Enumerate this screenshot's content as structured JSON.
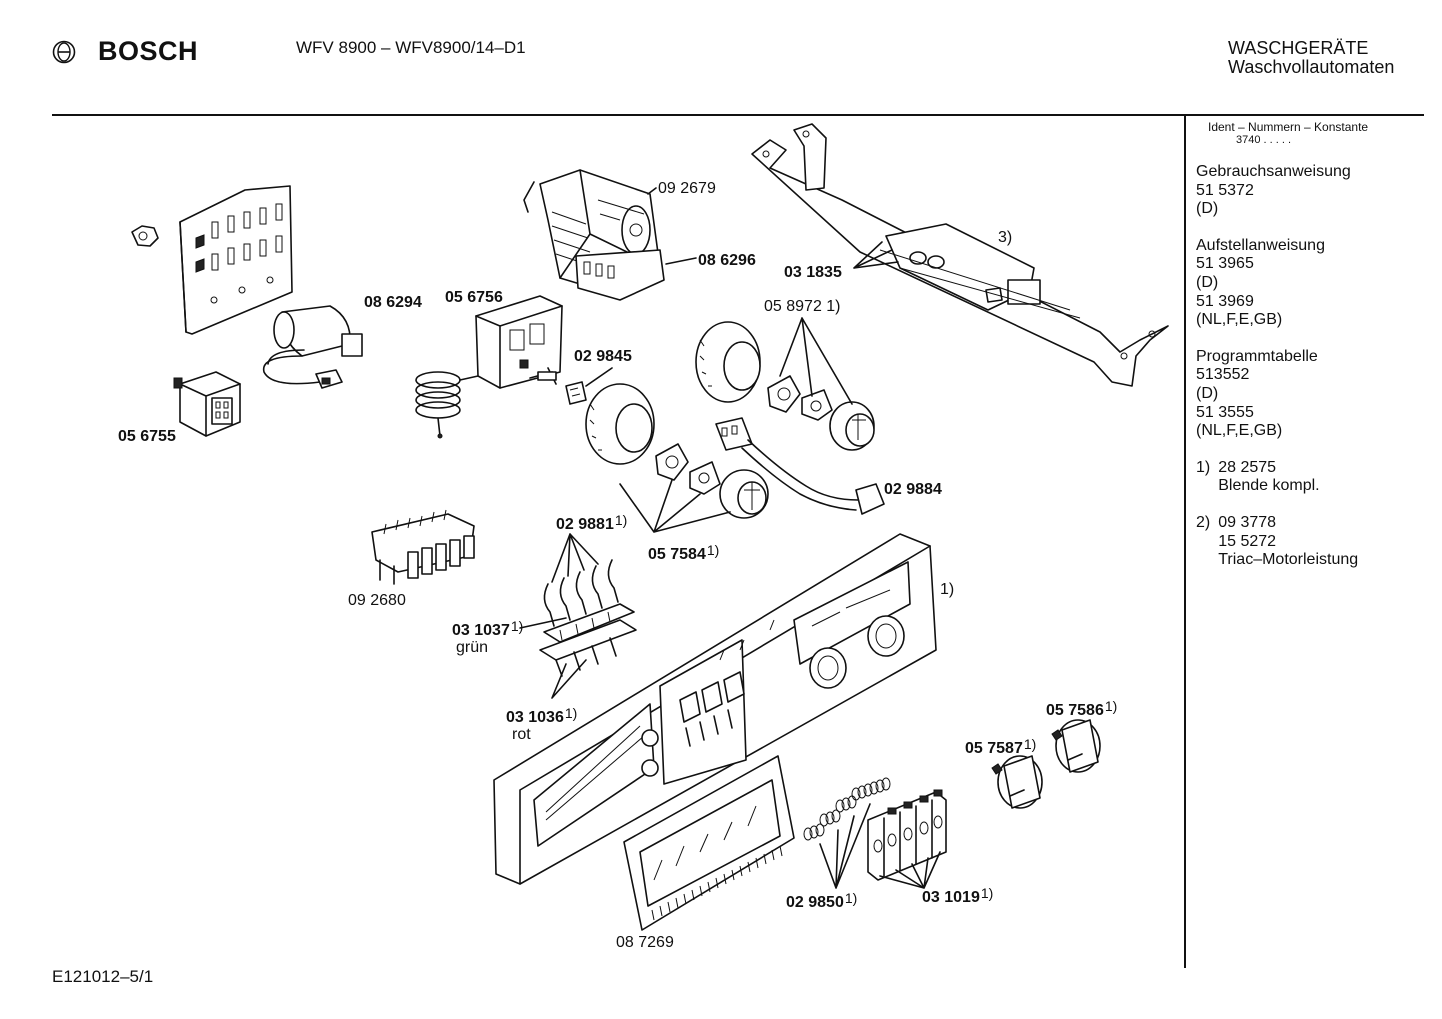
{
  "header": {
    "brand": "BOSCH",
    "model": "WFV 8900 – WFV8900/14–D1",
    "category_line1": "WASCHGERÄTE",
    "category_line2": "Waschvollautomaten"
  },
  "sidebar": {
    "ident_title": "Ident – Nummern – Konstante",
    "ident_value": "3740 . . . . .",
    "sections": [
      {
        "title": "Gebrauchsanweisung",
        "lines": [
          "51 5372",
          "(D)"
        ]
      },
      {
        "title": "Aufstellanweisung",
        "lines": [
          "51 3965",
          "(D)",
          "51 3969",
          "(NL,F,E,GB)"
        ]
      },
      {
        "title": "Programmtabelle",
        "lines": [
          "513552",
          "(D)",
          "51 3555",
          "(NL,F,E,GB)"
        ]
      }
    ],
    "notes": [
      {
        "marker": "1)",
        "lines": [
          "28 2575",
          "Blende kompl."
        ]
      },
      {
        "marker": "2)",
        "lines": [
          "09 3778",
          "15 5272",
          "Triac–Motorleistung"
        ]
      }
    ]
  },
  "labels": {
    "p092679": "09 2679",
    "p086296": "08 6296",
    "p031835": "03 1835",
    "n3": "3)",
    "p086294": "08 6294",
    "p056756": "05 6756",
    "p058972": "05 8972 1)",
    "p029845": "02 9845",
    "p056755": "05 6755",
    "p029884": "02 9884",
    "p029881": "02 9881",
    "p057584": "05 7584",
    "p092680": "09 2680",
    "n1": "1)",
    "p031037": "03 1037",
    "gruen": "grün",
    "p031036": "03 1036",
    "rot": "rot",
    "p057586": "05 7586",
    "p057587": "05 7587",
    "p029850": "02 9850",
    "p031019": "03 1019",
    "p087269": "08 7269",
    "fn": "1)"
  },
  "footer": {
    "code": "E121012–5/1"
  }
}
